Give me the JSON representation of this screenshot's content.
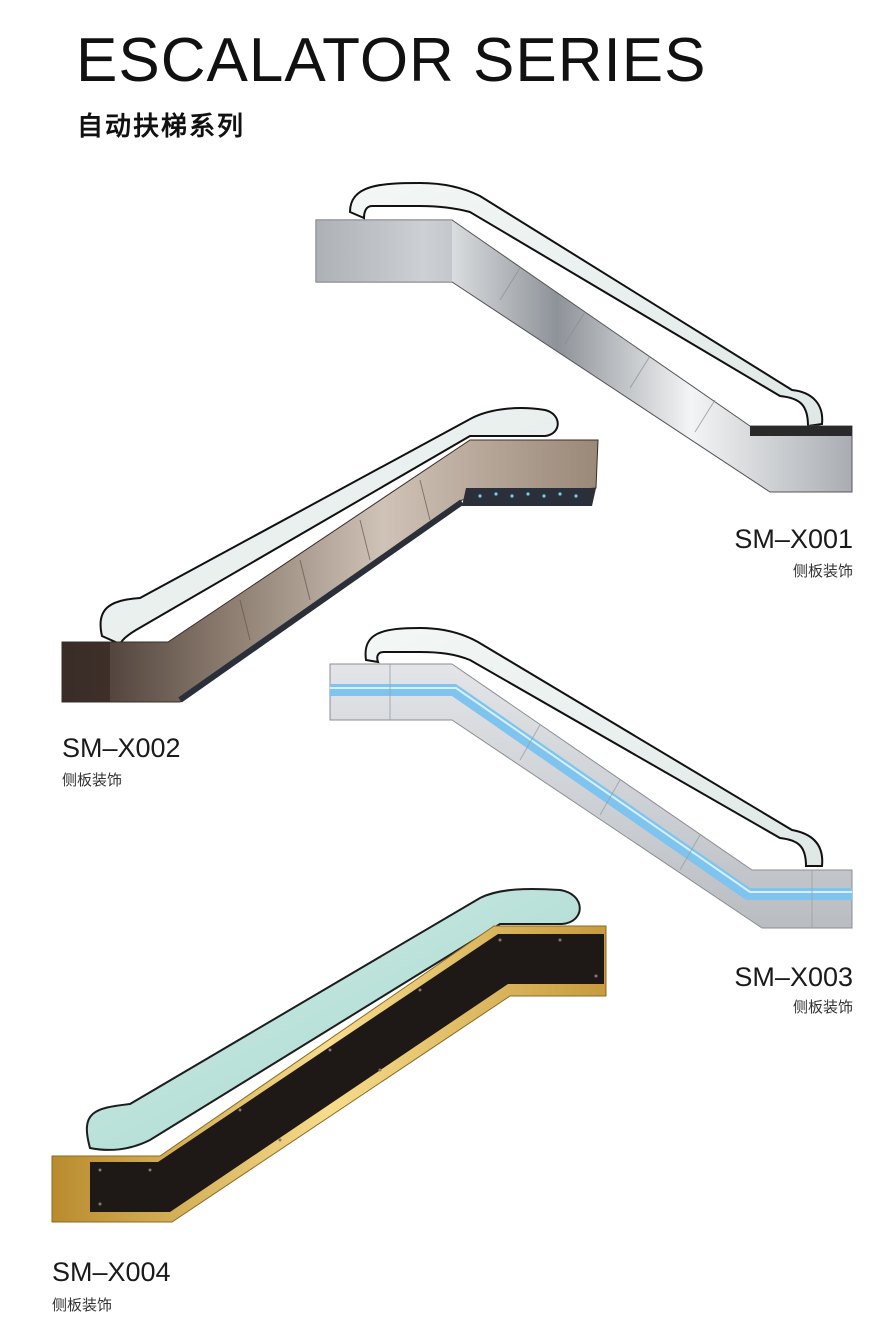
{
  "header": {
    "title": "ESCALATOR SERIES",
    "subtitle": "自动扶梯系列"
  },
  "products": [
    {
      "model": "SM–X001",
      "note": "侧板装饰",
      "finish": "mirror stainless steel",
      "accent": "#c9ccd0"
    },
    {
      "model": "SM–X002",
      "note": "侧板装饰",
      "finish": "bronze stainless steel",
      "accent": "#6f5c50"
    },
    {
      "model": "SM–X003",
      "note": "侧板装饰",
      "finish": "brushed steel with blue light strip",
      "accent": "#7fc4ee"
    },
    {
      "model": "SM–X004",
      "note": "侧板装饰",
      "finish": "black panel with gold trim",
      "accent": "#d8b25a"
    }
  ]
}
